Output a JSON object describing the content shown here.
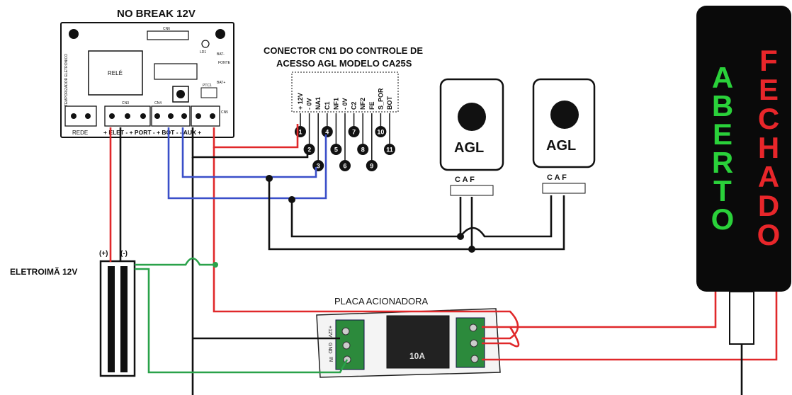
{
  "titles": {
    "nobreak": "NO BREAK  12V",
    "connector_line1": "CONECTOR CN1 DO CONTROLE DE",
    "connector_line2": "ACESSO AGL MODELO CA25S",
    "eletroima": "ELETROIMÃ 12V",
    "placa": "PLACA ACIONADORA"
  },
  "nobreak_board": {
    "rede_label": "REDE",
    "rele_label": "RELÉ",
    "cn3_label": "CN3",
    "cn4_label": "CN4",
    "cn5_label": "CN5",
    "cn6_label": "CN6",
    "ptc_label": "PTC1",
    "ld1_label": "LD1",
    "fonte_label": "FONTE",
    "bat_minus": "BAT-",
    "bat_plus": "BAT+",
    "side_text": "TEMPORIZADOR ELETRONICO",
    "terminals_label": "+ ELET -   + PORT -  + BOT -  - AUX +"
  },
  "cn1_pins": [
    "+ 12V",
    "- 0V",
    "NA1",
    "C1",
    "NF1",
    "- 0V",
    "C2",
    "NF2",
    "FE",
    "S_POR",
    "BOT"
  ],
  "pin_numbers": [
    "1",
    "2",
    "3",
    "4",
    "5",
    "6",
    "7",
    "8",
    "9",
    "10",
    "11"
  ],
  "agl_buttons": [
    {
      "label": "AGL",
      "terminals": "C  A  F"
    },
    {
      "label": "AGL",
      "terminals": "C  A  F"
    }
  ],
  "eletroima": {
    "plus": "(+)",
    "minus": "(-)"
  },
  "placa_labels": {
    "left1": "+12V",
    "left2": "GND",
    "left3": "IN",
    "relay_text": "10A"
  },
  "indicator": {
    "aberto": [
      "A",
      "B",
      "E",
      "R",
      "T",
      "O"
    ],
    "fechado": [
      "F",
      "E",
      "C",
      "H",
      "A",
      "D",
      "O"
    ],
    "aberto_color": "#2ad13a",
    "fechado_color": "#e8262a",
    "body_color": "#0a0a0a"
  }
}
